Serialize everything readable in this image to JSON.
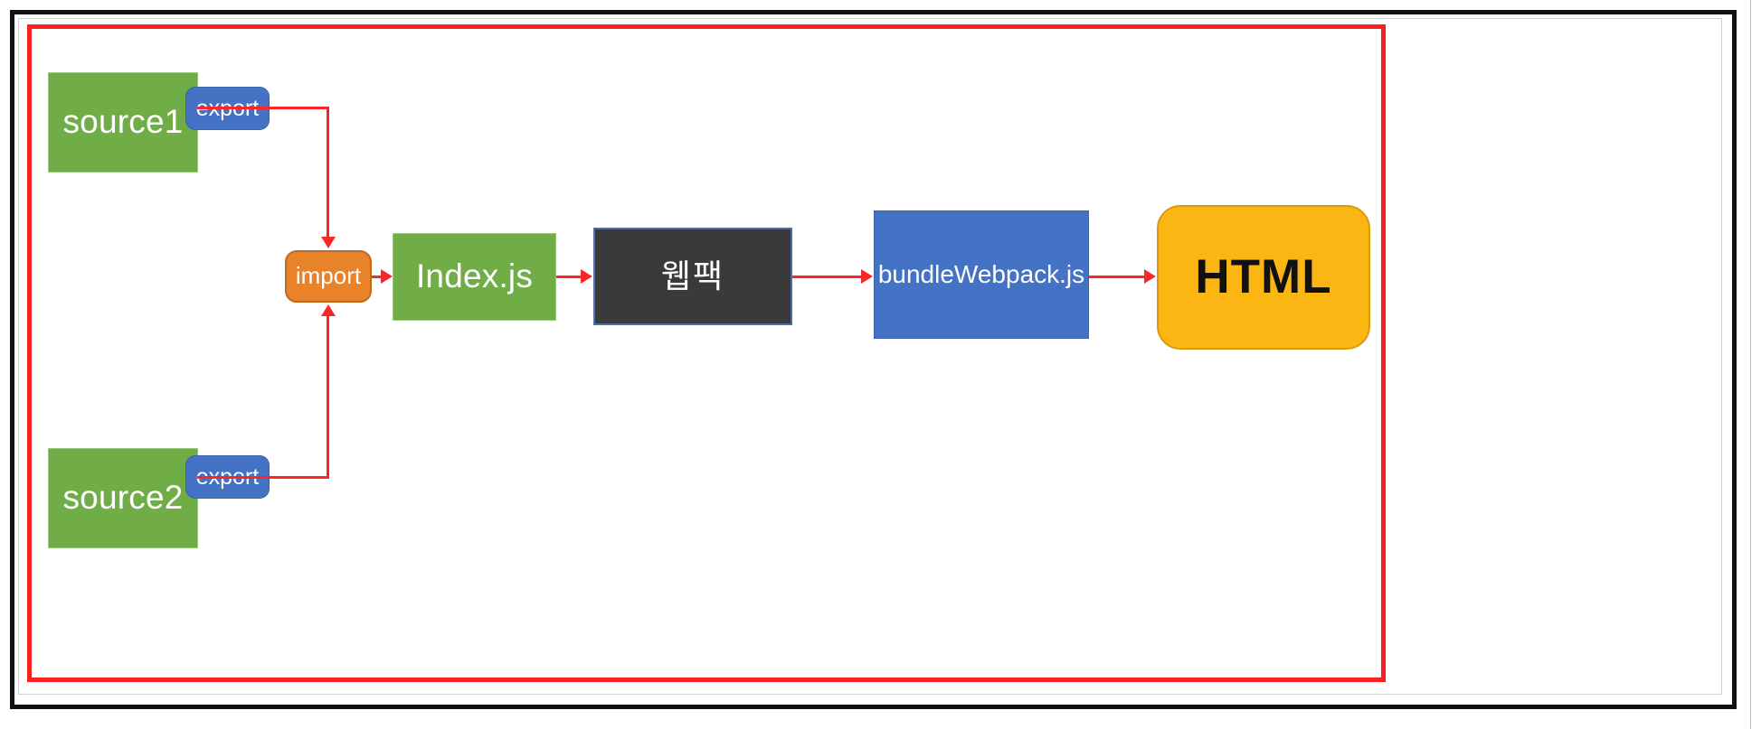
{
  "diagram": {
    "title": "webpack bundling flow",
    "colors": {
      "green": "#70ad47",
      "blue": "#4472c4",
      "orange": "#e8832a",
      "dark": "#3a3a3a",
      "gold": "#fcb614",
      "connector_red": "#fb2626",
      "group_outline_red": "#fc1f1f",
      "frame_black": "#111111"
    },
    "nodes": [
      {
        "id": "source1",
        "label": "source1",
        "shape": "rect",
        "fill": "#70ad47",
        "text_color": "#ffffff"
      },
      {
        "id": "export1",
        "label": "export",
        "shape": "rounded-rect",
        "fill": "#4472c4",
        "text_color": "#ffffff"
      },
      {
        "id": "source2",
        "label": "source2",
        "shape": "rect",
        "fill": "#70ad47",
        "text_color": "#ffffff"
      },
      {
        "id": "export2",
        "label": "export",
        "shape": "rounded-rect",
        "fill": "#4472c4",
        "text_color": "#ffffff"
      },
      {
        "id": "import",
        "label": "import",
        "shape": "rounded-rect",
        "fill": "#e8832a",
        "text_color": "#ffffff"
      },
      {
        "id": "indexjs",
        "label": "Index.js",
        "shape": "rect",
        "fill": "#70ad47",
        "text_color": "#ffffff"
      },
      {
        "id": "webpack",
        "label": "웹팩",
        "shape": "rect",
        "fill": "#3a3a3a",
        "text_color": "#ffffff"
      },
      {
        "id": "bundle",
        "label": "bundleWebpack.js",
        "shape": "rect",
        "fill": "#4472c4",
        "text_color": "#ffffff"
      },
      {
        "id": "html",
        "label": "HTML",
        "shape": "rounded-rect",
        "fill": "#fcb614",
        "text_color": "#111111"
      }
    ],
    "edges": [
      {
        "from": "source1",
        "to": "export1",
        "arrow": false
      },
      {
        "from": "export1",
        "to": "import",
        "arrow": "down"
      },
      {
        "from": "source2",
        "to": "export2",
        "arrow": false
      },
      {
        "from": "export2",
        "to": "import",
        "arrow": "up"
      },
      {
        "from": "import",
        "to": "indexjs",
        "arrow": "right"
      },
      {
        "from": "indexjs",
        "to": "webpack",
        "arrow": "right"
      },
      {
        "from": "webpack",
        "to": "bundle",
        "arrow": "right"
      },
      {
        "from": "bundle",
        "to": "html",
        "arrow": "right"
      }
    ],
    "groups": [
      {
        "id": "bundling-scope",
        "outline": "#fc1f1f",
        "label": ""
      }
    ]
  }
}
